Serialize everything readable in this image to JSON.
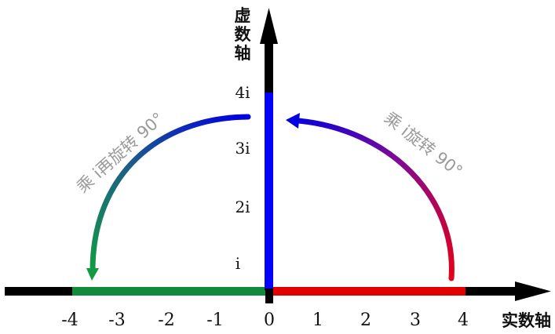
{
  "axes": {
    "real_axis_title": "实数轴",
    "imag_axis_title": [
      "虚",
      "数",
      "轴"
    ]
  },
  "real_ticks": [
    "-4",
    "-3",
    "-2",
    "-1",
    "0",
    "1",
    "2",
    "3",
    "4"
  ],
  "imag_ticks": [
    "i",
    "2i",
    "3i",
    "4i"
  ],
  "captions": {
    "right_arc": "乘 i旋转 90°",
    "left_arc": "乘 i再旋转 90°"
  },
  "colors": {
    "axis": "#000000",
    "positive_real_segment": "#e00000",
    "imaginary_segment": "#0000ff",
    "negative_real_segment": "#128a3c",
    "right_arc_start": "#e0001a",
    "right_arc_end": "#0000e0",
    "left_arc_start": "#0000e0",
    "left_arc_end": "#139a43",
    "caption": "#9a9a9a"
  }
}
